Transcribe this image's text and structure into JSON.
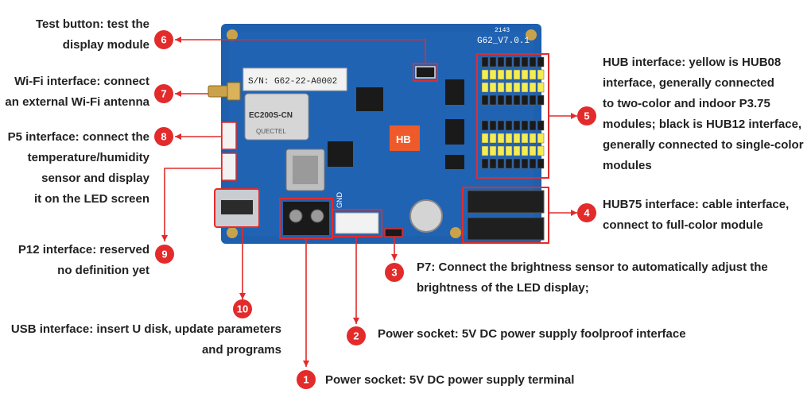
{
  "board": {
    "serial": "S/N: G62-22-A0002",
    "model": "G62_V7.0.1",
    "date_code": "2143",
    "module_text": "EC200S-CN",
    "module_brand": "QUECTEL",
    "gnd_label": "GND",
    "logo": "HB",
    "colors": {
      "pcb": "#1e5fae",
      "accent": "#e32b2b",
      "yellow_pin": "#f4ec52",
      "black_pin": "#1a1a1a"
    }
  },
  "callouts": [
    {
      "number": "1",
      "text_lines": [
        "Power socket: 5V DC power supply terminal"
      ]
    },
    {
      "number": "2",
      "text_lines": [
        "Power socket: 5V DC power supply foolproof interface"
      ]
    },
    {
      "number": "3",
      "text_lines": [
        "P7: Connect the brightness sensor to automatically adjust the",
        "brightness of the LED display;"
      ]
    },
    {
      "number": "4",
      "text_lines": [
        "HUB75 interface: cable interface,",
        "connect to full-color module"
      ]
    },
    {
      "number": "5",
      "text_lines": [
        "HUB interface: yellow is HUB08",
        "interface, generally connected",
        "to two-color and indoor P3.75",
        "modules; black is HUB12 interface,",
        "generally connected to single-color",
        "modules"
      ]
    },
    {
      "number": "6",
      "text_lines": [
        "Test button: test the",
        "display module"
      ]
    },
    {
      "number": "7",
      "text_lines": [
        "Wi-Fi interface: connect",
        "an external Wi-Fi antenna"
      ]
    },
    {
      "number": "8",
      "text_lines": [
        "P5 interface: connect the",
        "temperature/humidity",
        "sensor and display",
        "it on the LED screen"
      ]
    },
    {
      "number": "9",
      "text_lines": [
        "P12 interface: reserved",
        "no definition yet"
      ]
    },
    {
      "number": "10",
      "text_lines": [
        "USB interface: insert U disk, update parameters",
        "and programs"
      ]
    }
  ]
}
